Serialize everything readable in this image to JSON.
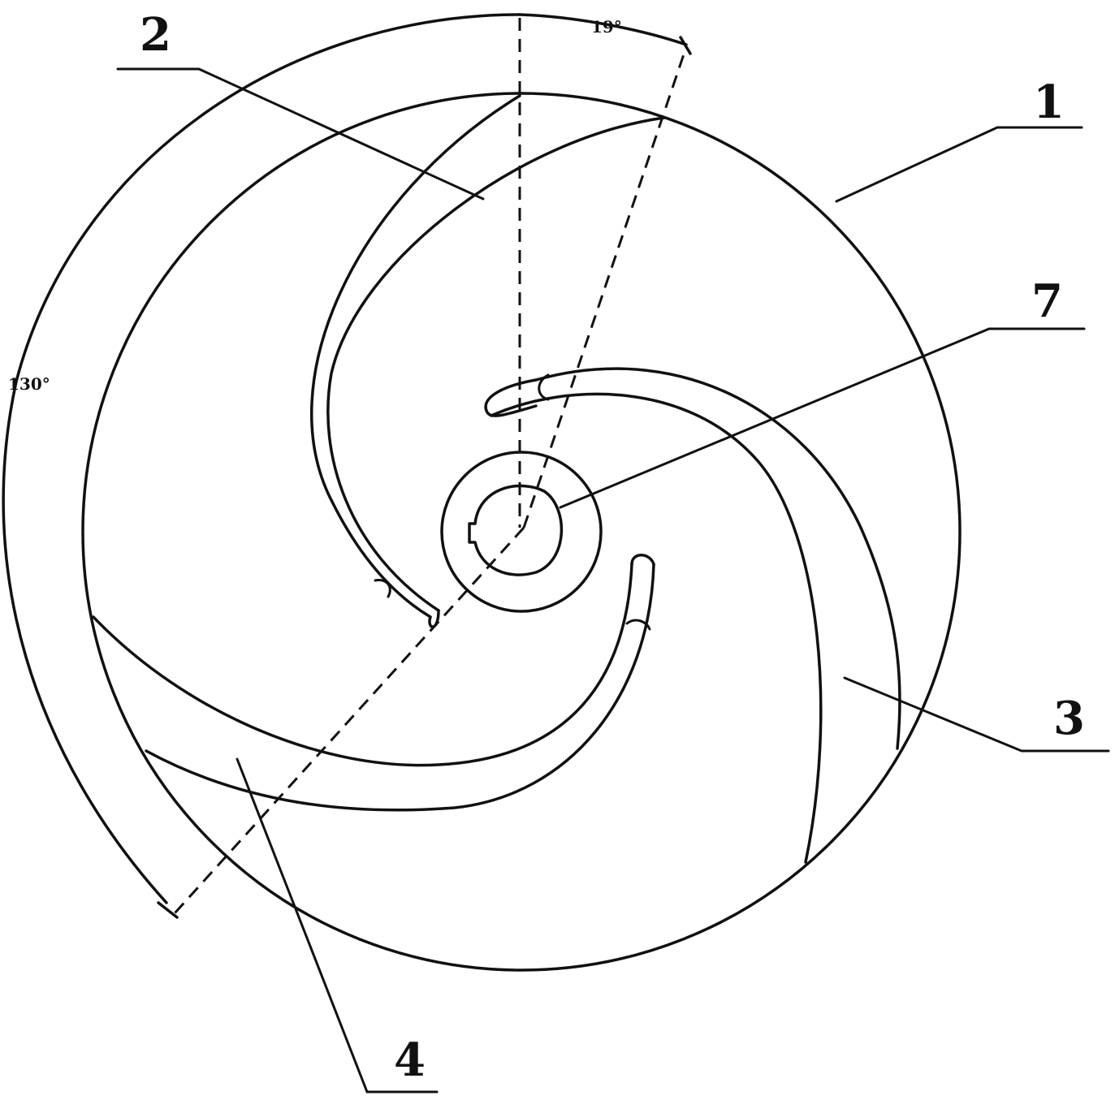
{
  "figure": {
    "labels": {
      "l1": "1",
      "l2": "2",
      "l3": "3",
      "l4": "4",
      "l7": "7"
    },
    "angles": {
      "small": "19°",
      "large": "130°"
    },
    "colors": {
      "ink": "#111111",
      "paper": "#ffffff"
    }
  }
}
